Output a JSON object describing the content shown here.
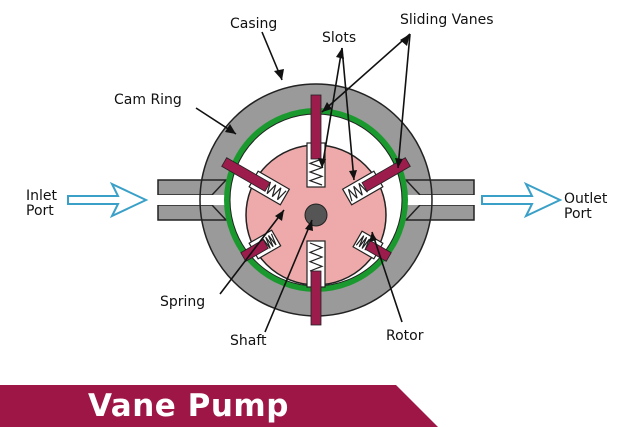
{
  "title": "Vane Pump",
  "labels": {
    "casing": "Casing",
    "sliding_vanes": "Sliding Vanes",
    "slots": "Slots",
    "cam_ring": "Cam Ring",
    "inlet_line1": "Inlet",
    "inlet_line2": "Port",
    "outlet_line1": "Outlet",
    "outlet_line2": "Port",
    "spring": "Spring",
    "shaft": "Shaft",
    "rotor": "Rotor"
  },
  "colors": {
    "casing": "#9a9a9a",
    "cam_ring": "#1a9a2e",
    "rotor": "#eeaaaa",
    "vane": "#9c1c4c",
    "shaft": "#555555",
    "arrow": "#3aa0c8",
    "banner": "#9e1646",
    "banner_text": "#ffffff"
  }
}
